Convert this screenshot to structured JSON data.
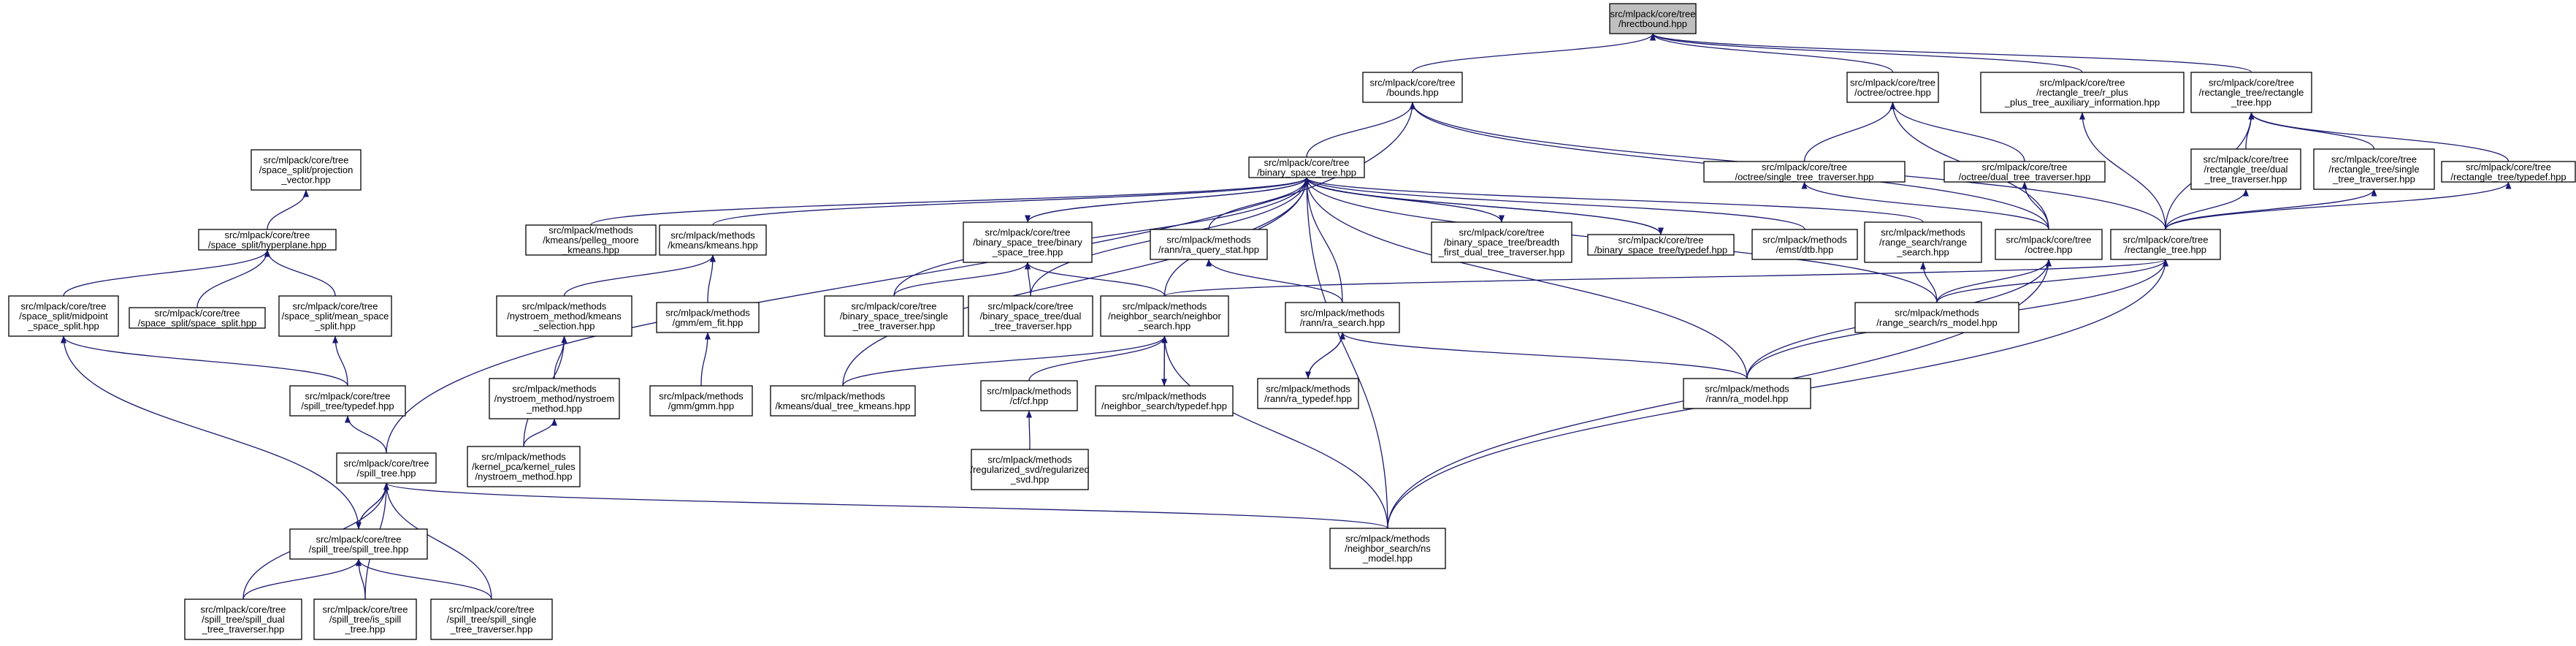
{
  "colors": {
    "edge": "#191970",
    "root_fill": "#bfbfbf",
    "node_fill": "#ffffff",
    "node_border": "#000000"
  },
  "nodes": {
    "hrectbound": [
      "src/mlpack/core/tree",
      "/hrectbound.hpp"
    ],
    "bounds": [
      "src/mlpack/core/tree",
      "/bounds.hpp"
    ],
    "octree_octree": [
      "src/mlpack/core/tree",
      "/octree/octree.hpp"
    ],
    "rplus_aux": [
      "src/mlpack/core/tree",
      "/rectangle_tree/r_plus",
      "_plus_tree_auxiliary_information.hpp"
    ],
    "rect_rect": [
      "src/mlpack/core/tree",
      "/rectangle_tree/rectangle",
      "_tree.hpp"
    ],
    "projection_vector": [
      "src/mlpack/core/tree",
      "/space_split/projection",
      "_vector.hpp"
    ],
    "bst": [
      "src/mlpack/core/tree",
      "/binary_space_tree.hpp"
    ],
    "octree_single": [
      "src/mlpack/core/tree",
      "/octree/single_tree_traverser.hpp"
    ],
    "octree_dual": [
      "src/mlpack/core/tree",
      "/octree/dual_tree_traverser.hpp"
    ],
    "rect_dual": [
      "src/mlpack/core/tree",
      "/rectangle_tree/dual",
      "_tree_traverser.hpp"
    ],
    "rect_single": [
      "src/mlpack/core/tree",
      "/rectangle_tree/single",
      "_tree_traverser.hpp"
    ],
    "rect_typedef": [
      "src/mlpack/core/tree",
      "/rectangle_tree/typedef.hpp"
    ],
    "hyperplane": [
      "src/mlpack/core/tree",
      "/space_split/hyperplane.hpp"
    ],
    "pelleg": [
      "src/mlpack/methods",
      "/kmeans/pelleg_moore",
      "_kmeans.hpp"
    ],
    "kmeans": [
      "src/mlpack/methods",
      "/kmeans/kmeans.hpp"
    ],
    "bst_bst": [
      "src/mlpack/core/tree",
      "/binary_space_tree/binary",
      "_space_tree.hpp"
    ],
    "qstat": [
      "src/mlpack/methods",
      "/rann/ra_query_stat.hpp"
    ],
    "breadth": [
      "src/mlpack/core/tree",
      "/binary_space_tree/breadth",
      "_first_dual_tree_traverser.hpp"
    ],
    "bst_typedef": [
      "src/mlpack/core/tree",
      "/binary_space_tree/typedef.hpp"
    ],
    "emst": [
      "src/mlpack/methods",
      "/emst/dtb.hpp"
    ],
    "range_search": [
      "src/mlpack/methods",
      "/range_search/range",
      "_search.hpp"
    ],
    "octree": [
      "src/mlpack/core/tree",
      "/octree.hpp"
    ],
    "rect_tree": [
      "src/mlpack/core/tree",
      "/rectangle_tree.hpp"
    ],
    "midpoint": [
      "src/mlpack/core/tree",
      "/space_split/midpoint",
      "_space_split.hpp"
    ],
    "space_split": [
      "src/mlpack/core/tree",
      "/space_split/space_split.hpp"
    ],
    "mean_split": [
      "src/mlpack/core/tree",
      "/space_split/mean_space",
      "_split.hpp"
    ],
    "kmeans_sel": [
      "src/mlpack/methods",
      "/nystroem_method/kmeans",
      "_selection.hpp"
    ],
    "em_fit": [
      "src/mlpack/methods",
      "/gmm/em_fit.hpp"
    ],
    "bst_single": [
      "src/mlpack/core/tree",
      "/binary_space_tree/single",
      "_tree_traverser.hpp"
    ],
    "bst_dual": [
      "src/mlpack/core/tree",
      "/binary_space_tree/dual",
      "_tree_traverser.hpp"
    ],
    "ns": [
      "src/mlpack/methods",
      "/neighbor_search/neighbor",
      "_search.hpp"
    ],
    "ra_search": [
      "src/mlpack/methods",
      "/rann/ra_search.hpp"
    ],
    "rs_model": [
      "src/mlpack/methods",
      "/range_search/rs_model.hpp"
    ],
    "spill_typedef": [
      "src/mlpack/core/tree",
      "/spill_tree/typedef.hpp"
    ],
    "nystroem": [
      "src/mlpack/methods",
      "/nystroem_method/nystroem",
      "_method.hpp"
    ],
    "gmm": [
      "src/mlpack/methods",
      "/gmm/gmm.hpp"
    ],
    "dual_kmeans": [
      "src/mlpack/methods",
      "/kmeans/dual_tree_kmeans.hpp"
    ],
    "cf": [
      "src/mlpack/methods",
      "/cf/cf.hpp"
    ],
    "ns_typedef": [
      "src/mlpack/methods",
      "/neighbor_search/typedef.hpp"
    ],
    "ra_typedef": [
      "src/mlpack/methods",
      "/rann/ra_typedef.hpp"
    ],
    "ra_model": [
      "src/mlpack/methods",
      "/rann/ra_model.hpp"
    ],
    "kernel_rules": [
      "src/mlpack/methods",
      "/kernel_pca/kernel_rules",
      "/nystroem_method.hpp"
    ],
    "reg_svd": [
      "src/mlpack/methods",
      "/regularized_svd/regularized",
      "_svd.hpp"
    ],
    "spill_tree": [
      "src/mlpack/core/tree",
      "/spill_tree.hpp"
    ],
    "spill_spill": [
      "src/mlpack/core/tree",
      "/spill_tree/spill_tree.hpp"
    ],
    "ns_model": [
      "src/mlpack/methods",
      "/neighbor_search/ns",
      "_model.hpp"
    ],
    "spill_dual": [
      "src/mlpack/core/tree",
      "/spill_tree/spill_dual",
      "_tree_traverser.hpp"
    ],
    "is_spill": [
      "src/mlpack/core/tree",
      "/spill_tree/is_spill",
      "_tree.hpp"
    ],
    "spill_single": [
      "src/mlpack/core/tree",
      "/spill_tree/spill_single",
      "_tree_traverser.hpp"
    ]
  }
}
